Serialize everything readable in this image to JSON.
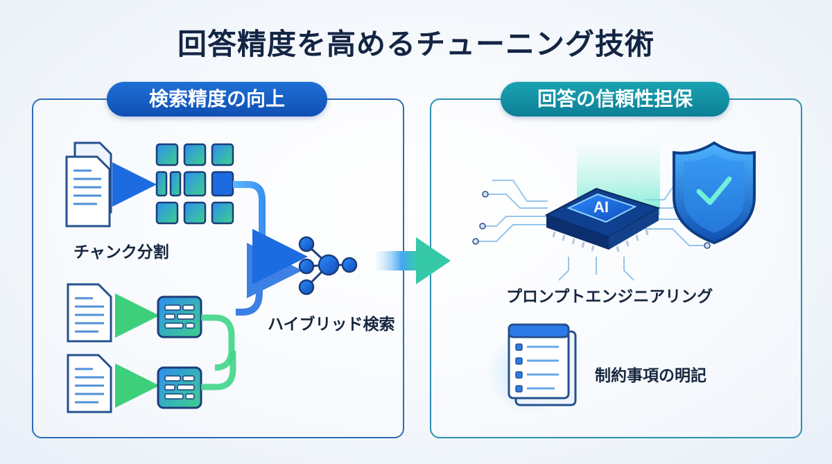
{
  "title": "回答精度を高めるチューニング技術",
  "left_panel": {
    "heading": "検索精度の向上",
    "chunking_label": "チャンク分割",
    "hybrid_label": "ハイブリッド検索"
  },
  "right_panel": {
    "heading": "回答の信頼性担保",
    "prompt_label": "プロンプトエンジニアリング",
    "chip_text": "AI",
    "constraints_label": "制約事項の明記"
  },
  "icons": [
    "document-stack-icon",
    "chunk-grid-icon",
    "document-icon",
    "structured-record-icon",
    "hybrid-network-icon",
    "arrow-right-icon",
    "ai-chip-icon",
    "shield-check-icon",
    "checklist-document-icon"
  ],
  "colors": {
    "title": "#142544",
    "left_accent": "#1f6fd6",
    "right_accent": "#1aa3b2",
    "green": "#3ecf7a"
  }
}
